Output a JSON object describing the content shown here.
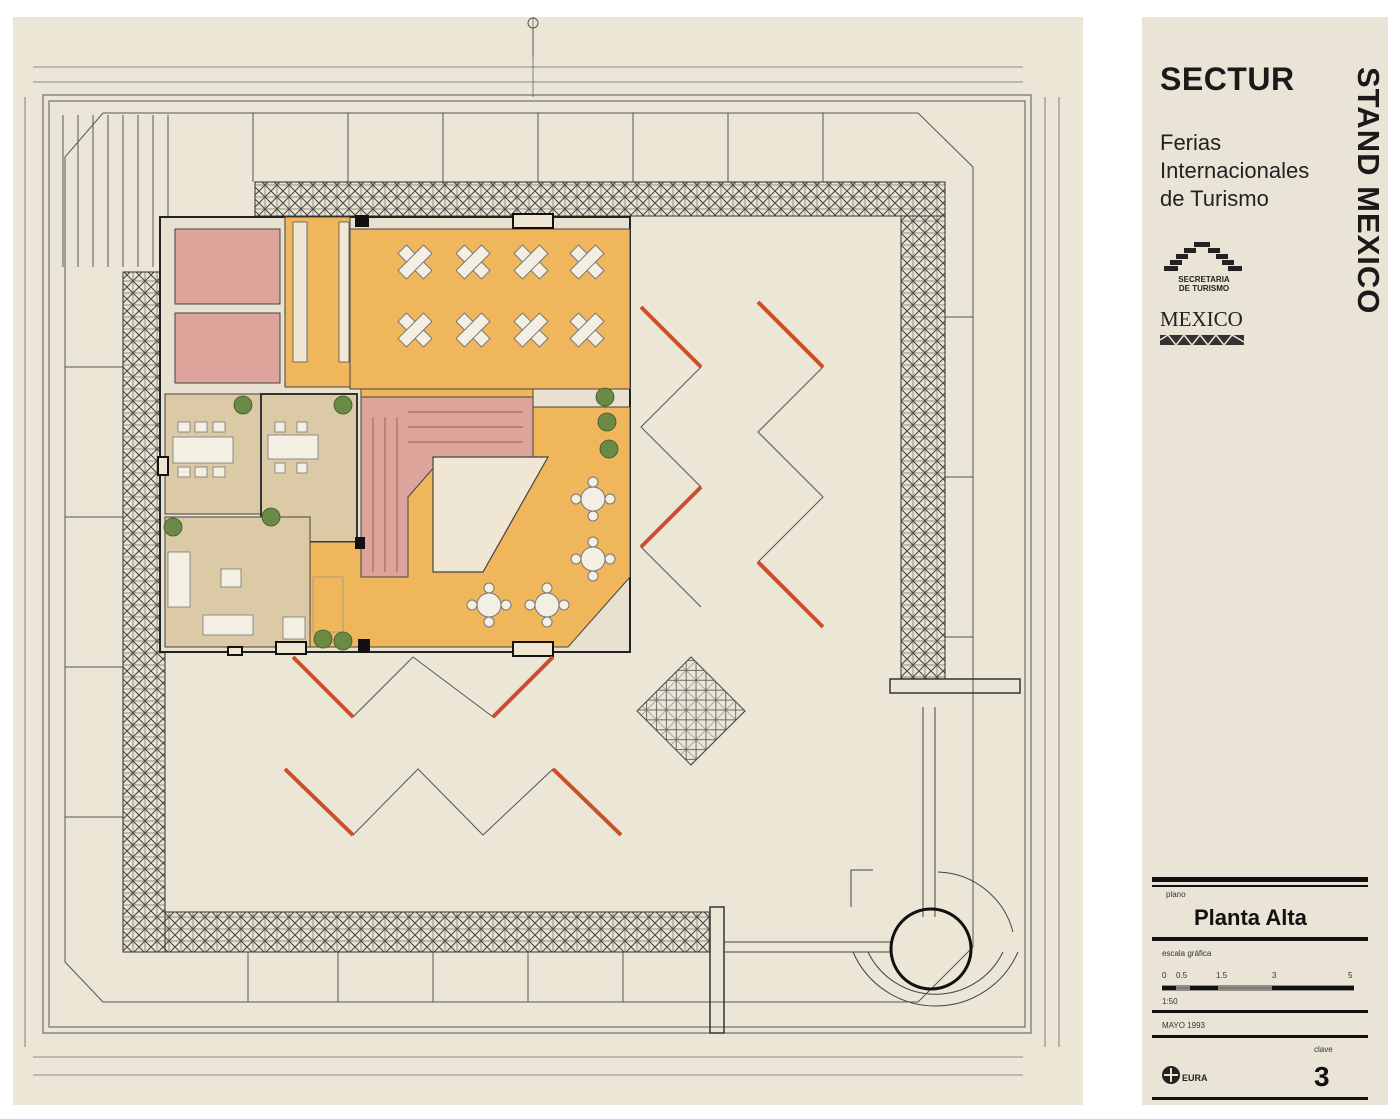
{
  "sheet": {
    "brand": "SECTUR",
    "subtitle_lines": [
      "Ferias",
      "Internacionales",
      "de Turismo"
    ],
    "vertical_title": "STAND MEXICO",
    "logo_secretaria_lines": [
      "SECRETARIA",
      "DE TURISMO"
    ],
    "logo_mexico": "MEXICO",
    "plano_label": "plano",
    "plano_title": "Planta Alta",
    "escala_label": "escala gráfica",
    "scale_ticks": [
      "0",
      "0.5",
      "1.5",
      "3",
      "5"
    ],
    "scale_ratio": "1:50",
    "date": "MAYO 1993",
    "clave_label": "clave",
    "clave_value": "3",
    "eura_logo": "EURA"
  },
  "plan": {
    "icons": [
      "dining-table-icon",
      "round-table-icon",
      "potted-plant-icon",
      "stair-icon",
      "north-axis-icon"
    ],
    "colors": {
      "paper": "#ece6d6",
      "floor_orange": "#f0b65c",
      "floor_pink": "#dca49a",
      "floor_beige": "#dcc9a6",
      "zigzag_accent": "#c9502a",
      "lines": "#3a3a3a"
    }
  }
}
